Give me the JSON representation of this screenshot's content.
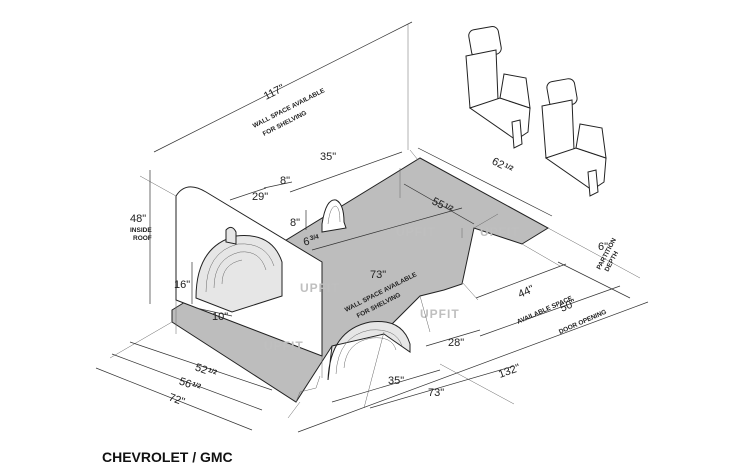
{
  "title": "CHEVROLET / GMC",
  "watermark": "UPFIT",
  "dimensions": {
    "wall_length": "117\"",
    "top_width": "35\"",
    "cutout_width": "8\"",
    "cutout_depth": "29\"",
    "cutout_height": "8\"",
    "height": "48\"",
    "wheel_height": "16\"",
    "wheel_offset": "10\"",
    "front_width": "62",
    "front_width_frac": "1/2",
    "inner_width": "55",
    "inner_width_frac": "1/2",
    "bracket": "6",
    "bracket_frac": "3/4",
    "partition_depth": "6\"",
    "available_space": "44\"",
    "door_opening": "50\"",
    "wall_length_lower": "73\"",
    "door_width": "28\"",
    "wheelwell_width": "35\"",
    "bottom_73": "73\"",
    "total_length": "132\"",
    "width_52": "52",
    "width_52_frac": "1/2",
    "width_56": "56",
    "width_56_frac": "1/2",
    "width_72": "72\""
  },
  "labels": {
    "inside_roof_1": "INSIDE",
    "inside_roof_2": "ROOF",
    "wall_space_1": "WALL SPACE AVAILABLE",
    "wall_space_2": "FOR SHELVING",
    "partition_1": "PARTITION",
    "partition_2": "DEPTH",
    "available_space_label": "AVAILABLE SPACE",
    "door_opening_label": "DOOR OPENING"
  }
}
